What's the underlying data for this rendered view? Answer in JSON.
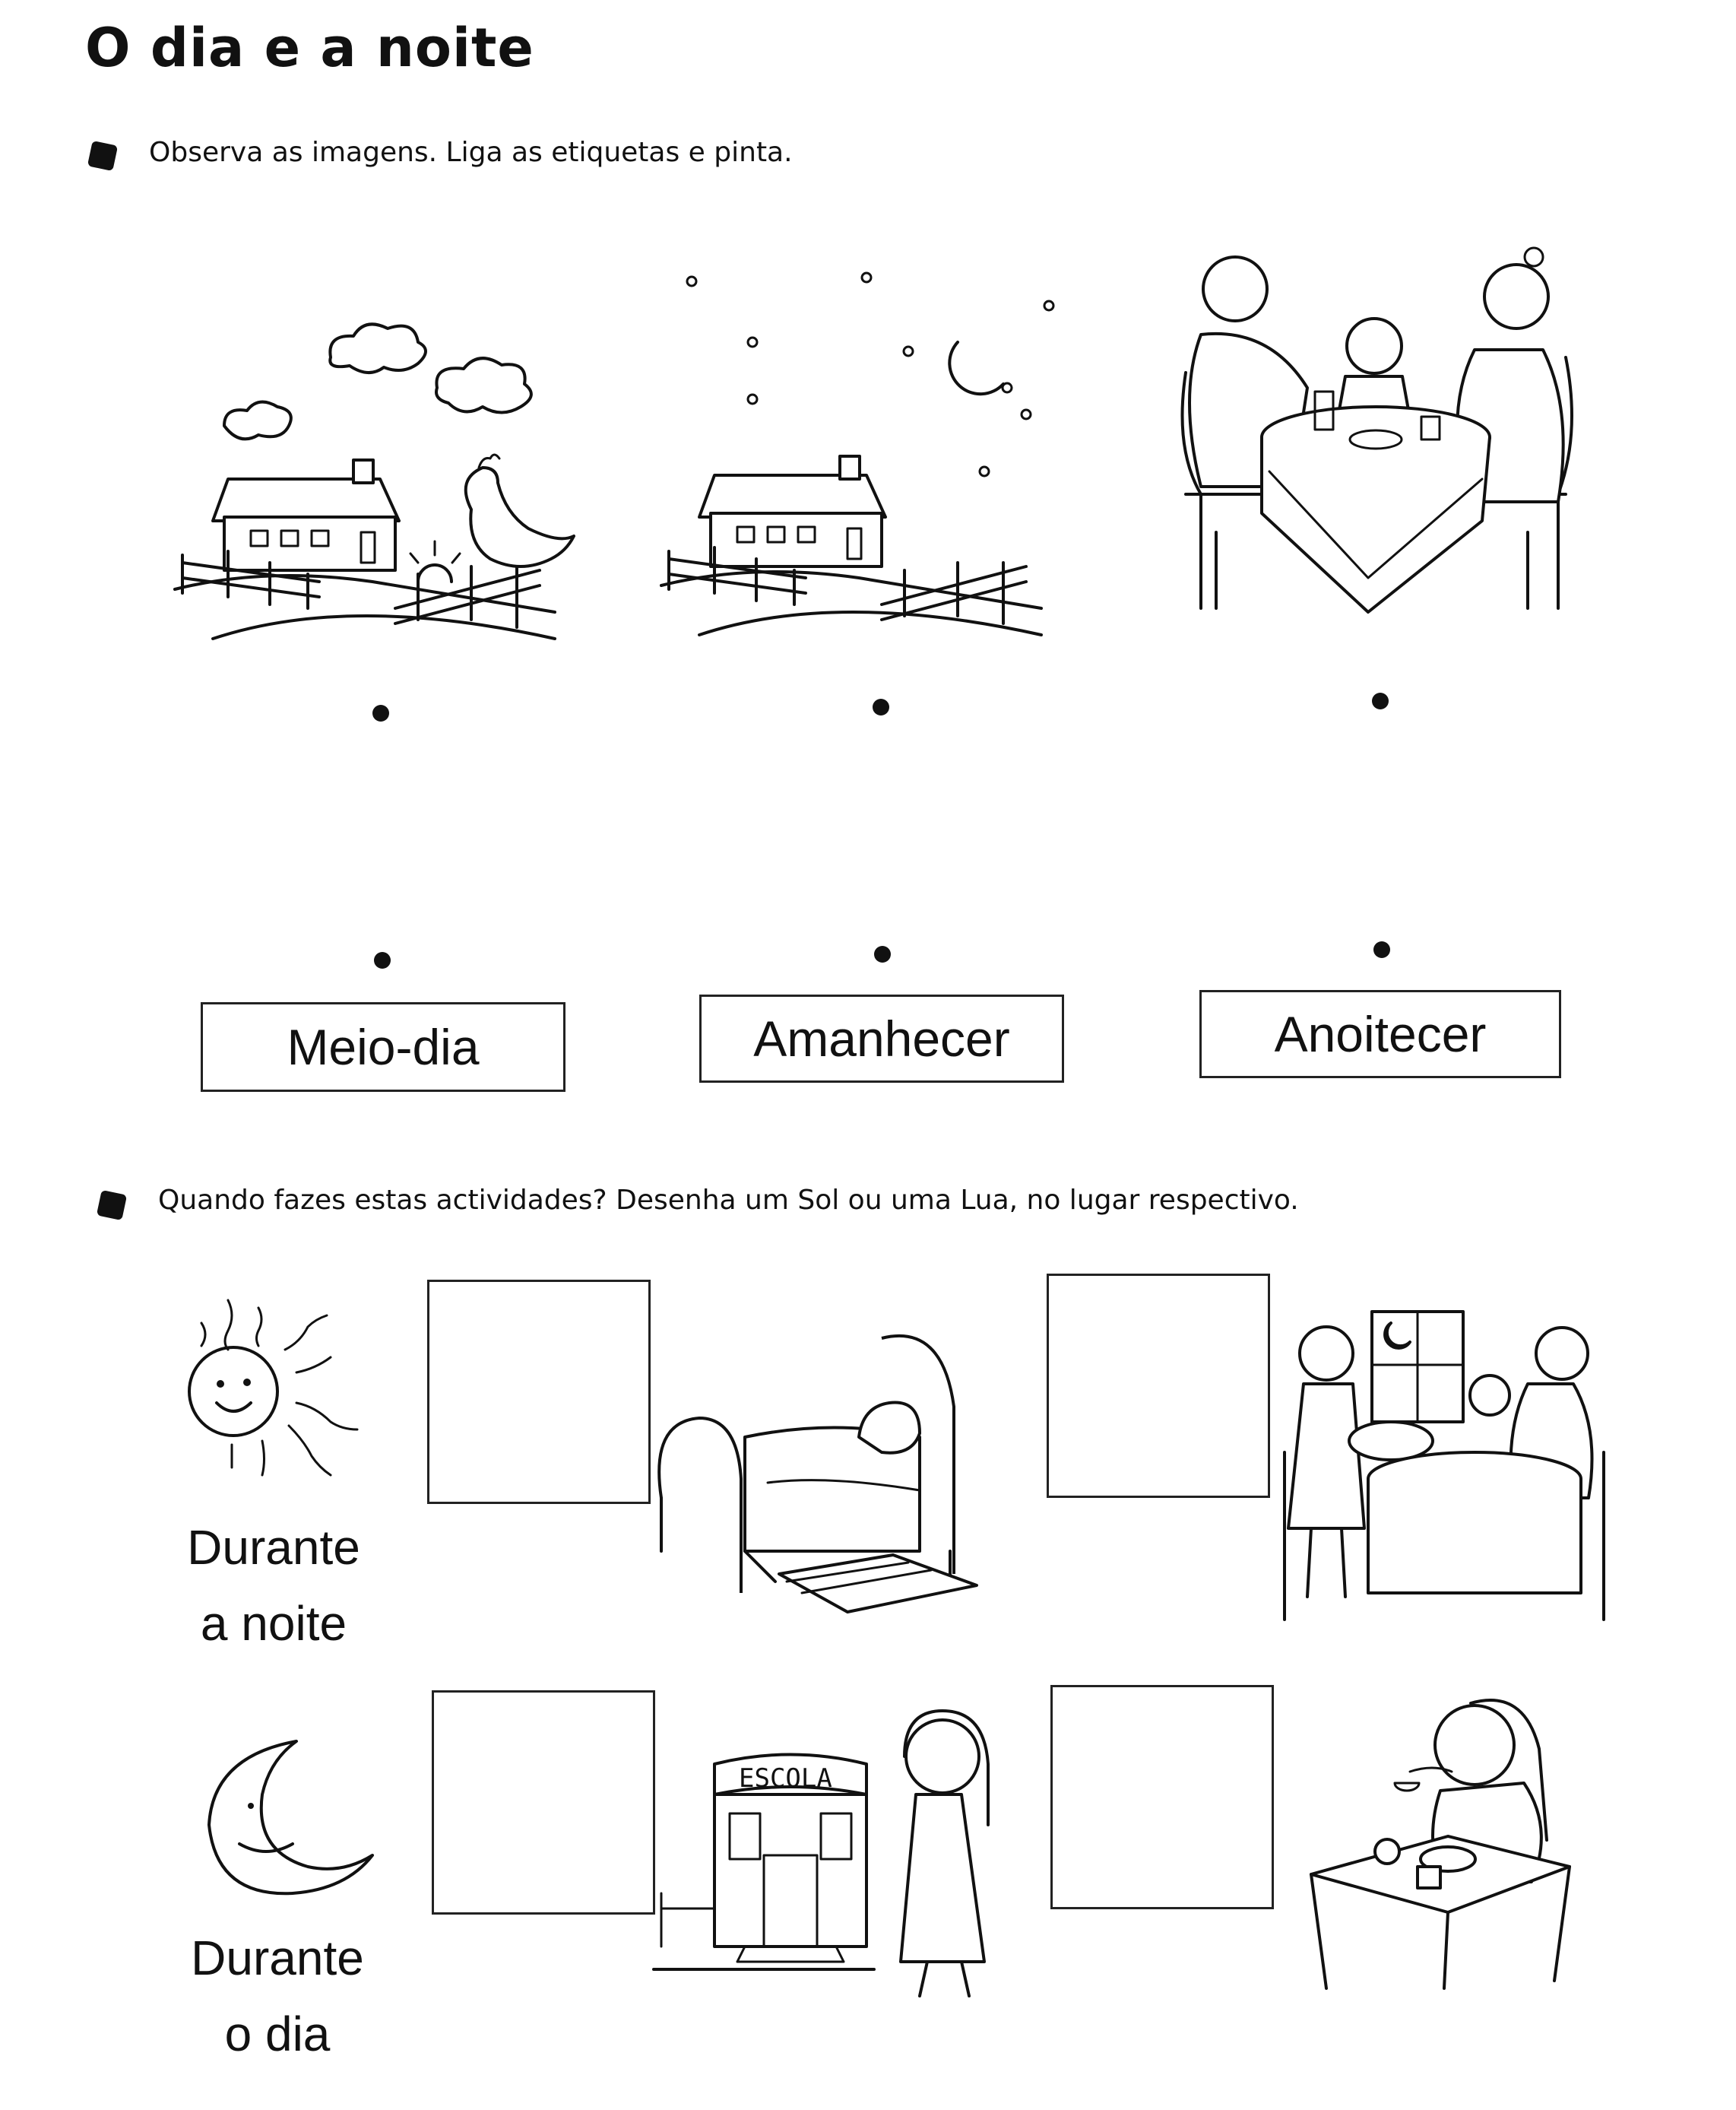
{
  "page": {
    "title": "O dia e a noite"
  },
  "section1": {
    "instruction": "Observa as imagens. Liga as etiquetas e pinta.",
    "images": [
      {
        "name": "sunrise-farm",
        "icon": "rooster-sunrise-icon"
      },
      {
        "name": "night-farm",
        "icon": "moon-stars-icon"
      },
      {
        "name": "family-dinner",
        "icon": "family-table-icon"
      }
    ],
    "labels": [
      "Meio-dia",
      "Amanhecer",
      "Anoitecer"
    ]
  },
  "section2": {
    "instruction": "Quando fazes estas actividades? Desenha um Sol ou uma Lua, no lugar respectivo.",
    "legend": [
      {
        "icon": "sun-icon",
        "line1": "Durante",
        "line2": "a noite"
      },
      {
        "icon": "moon-icon",
        "line1": "Durante",
        "line2": "o dia"
      }
    ],
    "activities": [
      {
        "icon": "bed-sleeping-icon"
      },
      {
        "icon": "family-dinner-window-icon"
      },
      {
        "icon": "school-child-icon",
        "sign": "ESCOLA"
      },
      {
        "icon": "girl-eating-icon"
      }
    ]
  }
}
